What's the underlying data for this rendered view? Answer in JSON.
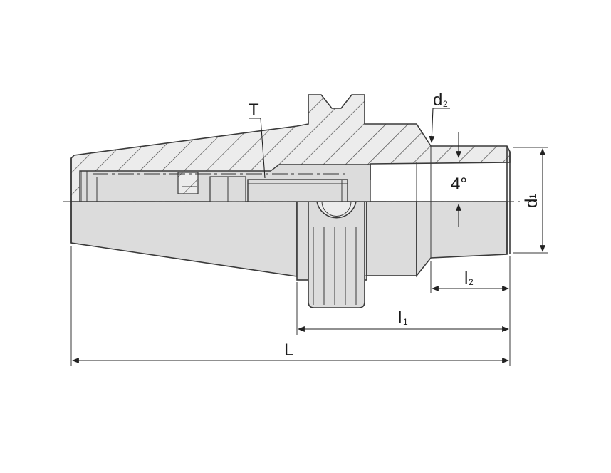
{
  "labels": {
    "T": "T",
    "d2_main": "d",
    "d2_sub": "2",
    "angle": "4°",
    "d1_main": "d",
    "d1_sub": "1",
    "l2_main": "l",
    "l2_sub": "2",
    "l1_main": "l",
    "l1_sub": "1",
    "L": "L"
  },
  "colors": {
    "body_fill": "#dcdcdc",
    "section_fill": "#ececec",
    "hatch": "#4a4a4a",
    "line": "#3a3a3a"
  }
}
